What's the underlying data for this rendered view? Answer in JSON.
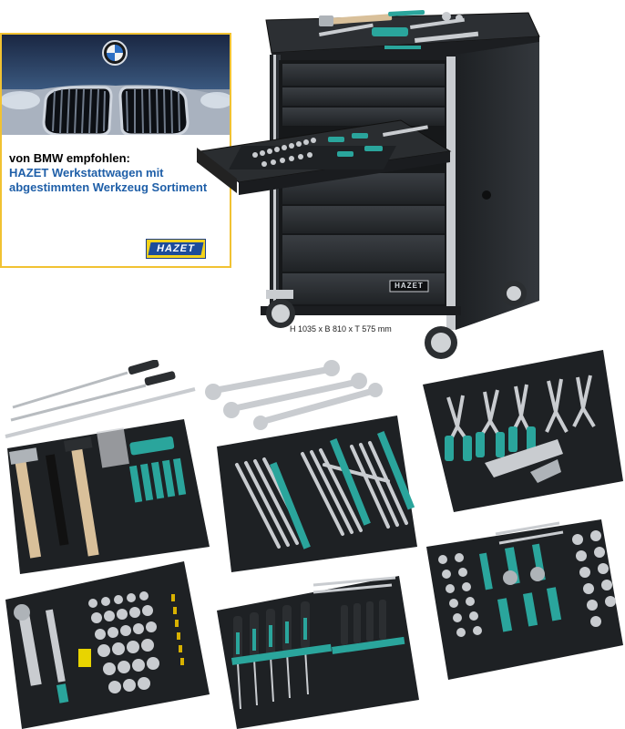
{
  "promo": {
    "line1": "von BMW empfohlen:",
    "line2": "HAZET Werkstattwagen mit",
    "line3": "abgestimmten Werkzeug Sortiment",
    "logo_text": "HAZET"
  },
  "cart": {
    "dimensions": "H 1035 x B 810 x T 575 mm",
    "badge": "HAZET"
  },
  "colors": {
    "promo_border": "#f1c232",
    "promo_title": "#000000",
    "promo_accent": "#1f5fa8",
    "cart_body": "#2a2d30",
    "tray_foam": "#1e2124",
    "tool_teal": "#2aa59c",
    "chrome": "#c9ccd0"
  }
}
